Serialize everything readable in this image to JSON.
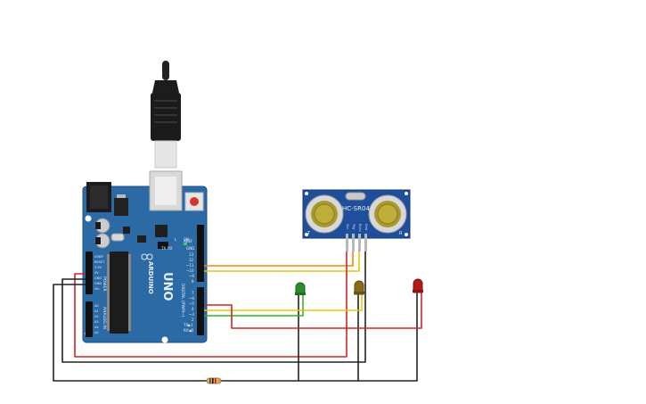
{
  "arduino": {
    "brand": "ARDUINO",
    "model": "UNO",
    "section_digital": "DIGITAL (PWM~)",
    "section_power": "POWER",
    "section_analog": "ANALOG IN",
    "header_pins_top": [
      "AREF",
      "GND",
      "13",
      "12",
      "~11",
      "~10",
      "~9",
      "8"
    ],
    "header_pins_bottom": [
      "7",
      "~6",
      "~5",
      "4",
      "~3",
      "2",
      "TX▶1",
      "RX◀0"
    ],
    "power_pins": [
      "IOREF",
      "RESET",
      "3.3V",
      "5V",
      "GND",
      "GND",
      "Vin"
    ],
    "analog_pins": [
      "A0",
      "A1",
      "A2",
      "A3",
      "A4",
      "A5"
    ],
    "led_labels": [
      "TX",
      "RX",
      "L"
    ],
    "on_label": "ON"
  },
  "sensor": {
    "name": "HC-SR04",
    "pins": [
      "Vcc",
      "Trig",
      "Echo",
      "Gnd"
    ],
    "corner_left": "T",
    "corner_right": "R"
  },
  "leds": [
    {
      "name": "green",
      "color": "#2e8b2e"
    },
    {
      "name": "yellow",
      "color": "#8b6a1a"
    },
    {
      "name": "red",
      "color": "#b01c1c"
    }
  ],
  "colors": {
    "board": "#2c6aa5",
    "sensor_board": "#1f4f9a",
    "wire_red": "#d22424",
    "wire_yellow": "#f2c200",
    "wire_orange": "#f08a00",
    "wire_green": "#2db52d",
    "wire_black": "#222222"
  }
}
